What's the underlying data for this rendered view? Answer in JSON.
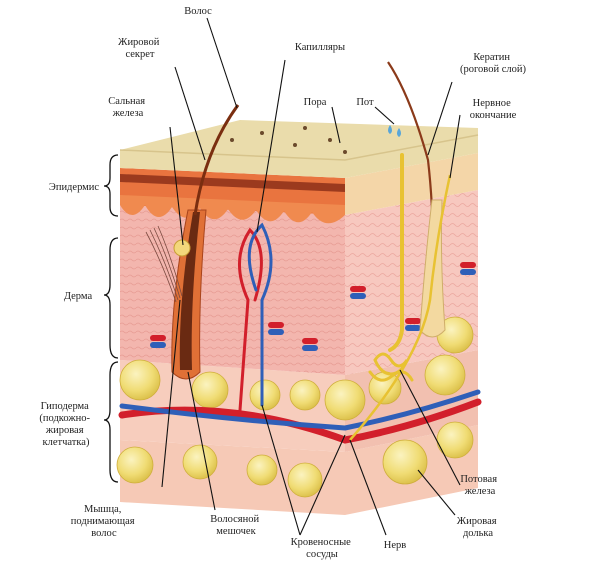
{
  "labels": {
    "hair": "Волос",
    "sebum": [
      "Жировой",
      "секрет"
    ],
    "capillaries": "Капилляры",
    "keratin": [
      "Кератин",
      "(роговой слой)"
    ],
    "sebaceous_gland": [
      "Сальная",
      "железа"
    ],
    "pore": "Пора",
    "sweat": "Пот",
    "nerve_ending": [
      "Нервное",
      "окончание"
    ],
    "epidermis": "Эпидермис",
    "dermis": "Дерма",
    "hypodermis": [
      "Гиподерма",
      "(подкожно-",
      "жировая",
      "клетчатка)"
    ],
    "arrector_muscle": [
      "Мышца,",
      "поднимающая",
      "волос"
    ],
    "hair_follicle": [
      "Волосяной",
      "мешочек"
    ],
    "blood_vessels": [
      "Кровеносные",
      "сосуды"
    ],
    "nerve": "Нерв",
    "sweat_gland": [
      "Потовая",
      "железа"
    ],
    "fat_lobule": [
      "Жировая",
      "долька"
    ]
  },
  "colors": {
    "surface": "#eadcab",
    "epidermis": "#e0683a",
    "dermis": "#f3b6ae",
    "hypodermis_fat": "#f1df7b",
    "artery": "#d21f2b",
    "vein": "#2f5fb8",
    "nerve": "#e8c232"
  }
}
